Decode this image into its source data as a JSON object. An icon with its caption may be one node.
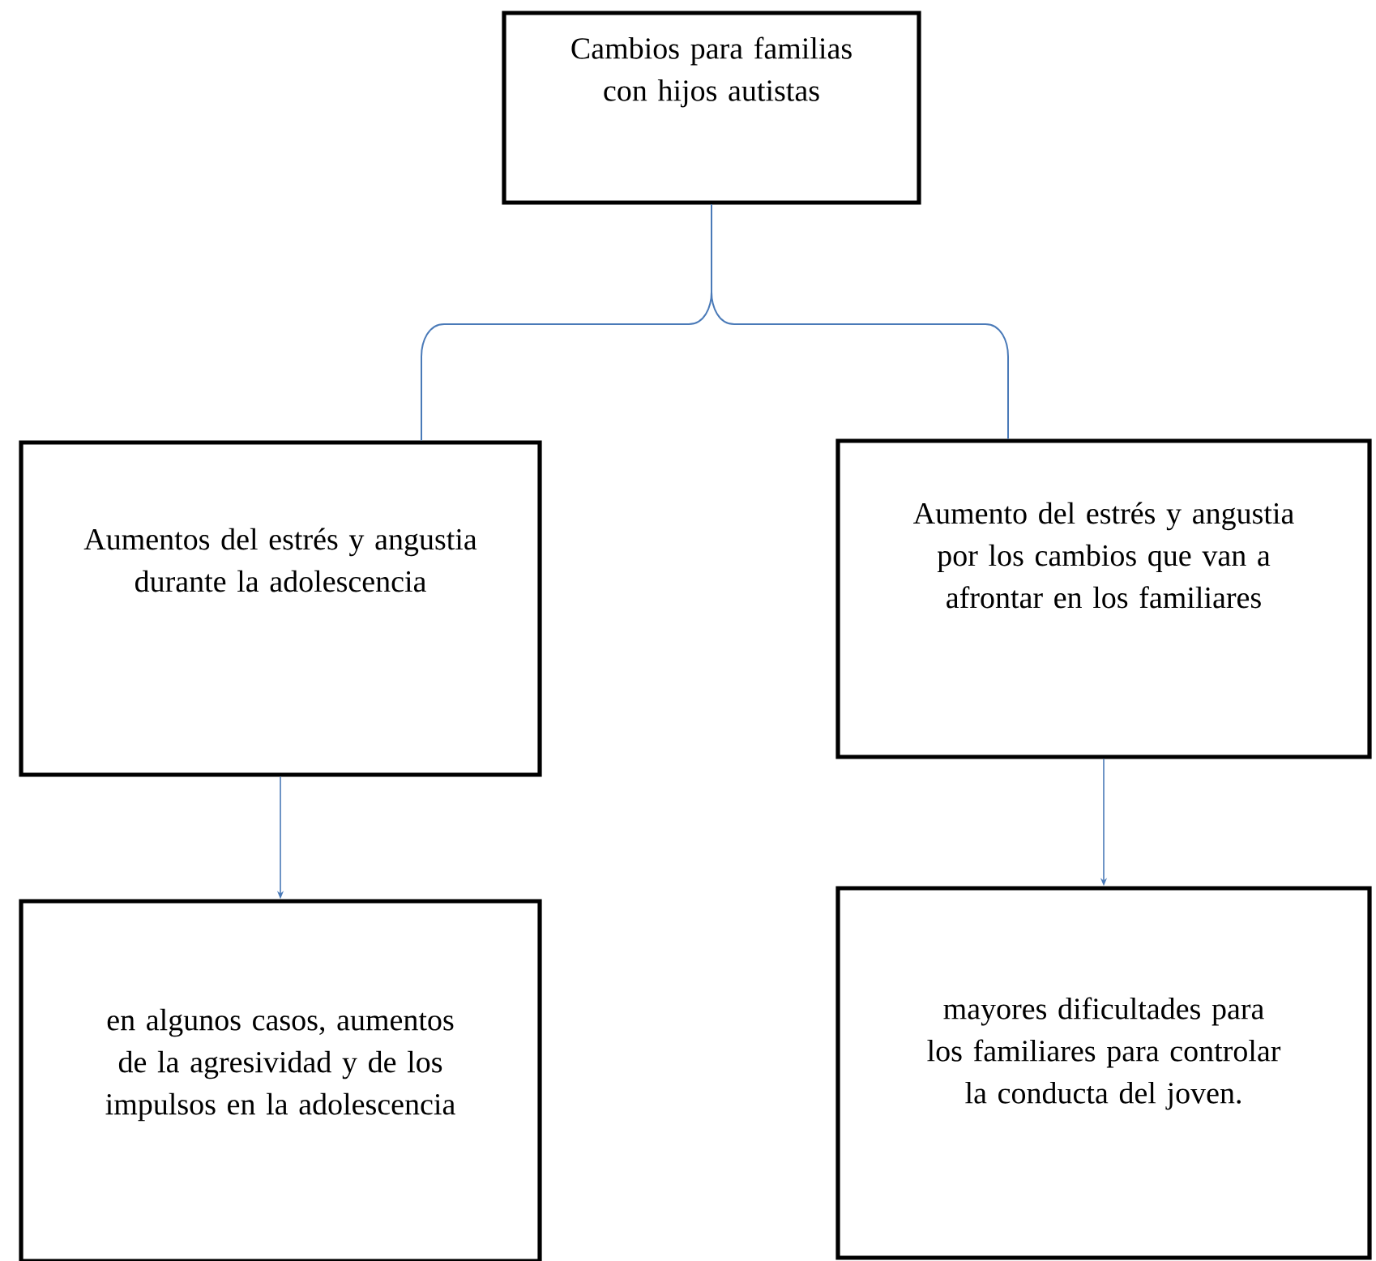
{
  "diagram": {
    "nodes": [
      {
        "text": [
          "Cambios para familias con hijos autistas"
        ]
      },
      {
        "text": [
          "Aumentos del estrés y angustia durante la adolescencia"
        ]
      },
      {
        "text": [
          "Aumento del estrés y angustia por los cambios que van a afrontar en los familiares"
        ]
      },
      {
        "text": [
          "en algunos casos, aumentos de la agresividad y de los impulsos en la adolescencia"
        ]
      },
      {
        "text": [
          "mayores dificultades para los familiares para controlar la conducta del joven."
        ]
      }
    ],
    "edges": [
      {
        "from": 0,
        "to": 1,
        "arrow": "none"
      },
      {
        "from": 0,
        "to": 2,
        "arrow": "none"
      },
      {
        "from": 1,
        "to": 3,
        "arrow": "to"
      },
      {
        "from": 2,
        "to": 4,
        "arrow": "to"
      }
    ]
  }
}
